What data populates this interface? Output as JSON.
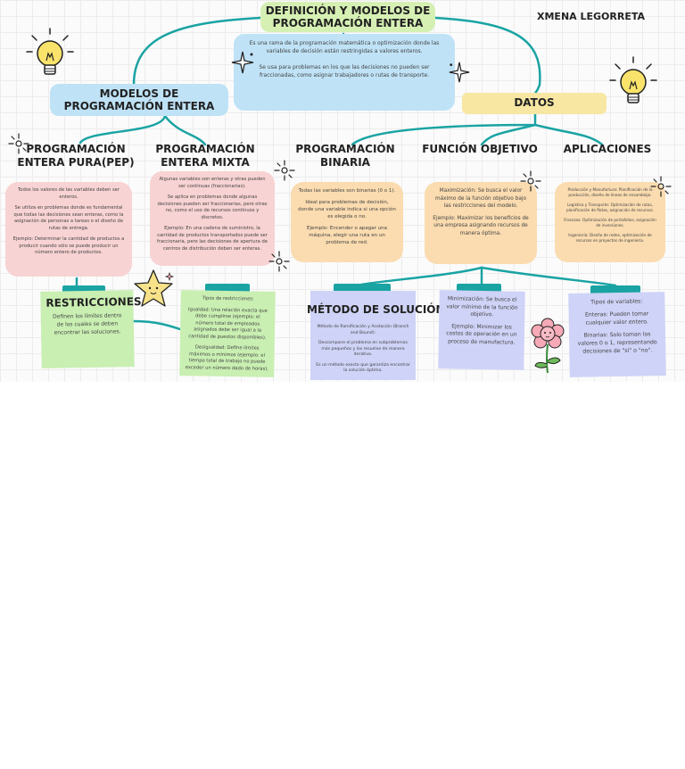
{
  "author": "XMENA LEGORRETA",
  "main_title": "DEFINICIÓN Y MODELOS DE PROGRAMACIÓN ENTERA",
  "definition": {
    "p1": "Es una rama de la programación matemática o optimización donde las variables de decisión están restringidas a valores enteros.",
    "p2": "Se usa para problemas en los que las decisiones no pueden ser fraccionadas, como asignar trabajadores o rutas de transporte."
  },
  "models_title": "MODELOS DE PROGRAMACIÓN ENTERA",
  "datos_title": "DATOS",
  "pep": {
    "title": "PROGRAMACIÓN ENTERA PURA(PEP)",
    "p1": "Todos los valores de las variables deben ser enteros.",
    "p2": "Se utiliza en problemas donde es fundamental que todas las decisiones sean enteras, como la asignación de personas a tareas o el diseño de rutas de entrega.",
    "p3": "Ejemplo: Determinar la cantidad de productos a producir cuando sólo se puede producir un número entero de productos."
  },
  "mixta": {
    "title": "PROGRAMACIÓN ENTERA MIXTA",
    "p1": "Algunas variables son enteras y otras pueden ser continuas (fraccionarias).",
    "p2": "Se aplica en problemas donde algunas decisiones pueden ser fraccionarias, pero otras no, como el uso de recursos continuos y discretos.",
    "p3": "Ejemplo: En una cadena de suministro, la cantidad de productos transportados puede ser fraccionaria, pero las decisiones de apertura de centros de distribución deben ser enteras."
  },
  "binaria": {
    "title": "PROGRAMACIÓN BINARIA",
    "p1": "Todas las variables son binarias (0 o 1).",
    "p2": "Ideal para problemas de decisión, donde una variable indica si una opción es elegida o no.",
    "p3": "Ejemplo: Encender o apagar una máquina, elegir una ruta en un problema de red."
  },
  "funcion": {
    "title": "FUNCIÓN OBJETIVO",
    "p1": "Maximización: Se busca el valor máximo de la función objetivo bajo las restricciones del modelo.",
    "p2": "Ejemplo: Maximizar los beneficios de una empresa asignando recursos de manera óptima."
  },
  "aplicaciones": {
    "title": "APLICACIONES",
    "p1": "Producción y Manufactura: Planificación de la producción, diseño de líneas de ensamblaje.",
    "p2": "Logística y Transporte: Optimización de rutas, planificación de flotas, asignación de recursos.",
    "p3": "Finanzas: Optimización de portafolios, asignación de inversiones.",
    "p4": "Ingeniería: Diseño de redes, optimización de recursos en proyectos de ingeniería."
  },
  "restricciones": {
    "title": "RESTRICCIONES",
    "text": "Definen los límites dentro de los cuales se deben encontrar las soluciones."
  },
  "tipos_restricciones": {
    "title": "Tipos de restricciones:",
    "p1": "Igualdad: Una relación exacta que debe cumplirse (ejemplo: el número total de empleados asignados debe ser igual a la cantidad de puestos disponibles).",
    "p2": "Desigualdad: Define límites máximos o mínimos (ejemplo: el tiempo total de trabajo no puede exceder un número dado de horas)."
  },
  "metodo": {
    "title": "MÉTODO DE SOLUCIÓN",
    "p1": "Método de Ramificación y Acotación (Branch and Bound):",
    "p2": "Descompone el problema en subproblemas más pequeños y los resuelve de manera iterativa.",
    "p3": "Es un método exacto que garantiza encontrar la solución óptima."
  },
  "minimizacion": {
    "p1": "Minimización: Se busca el valor mínimo de la función objetivo.",
    "p2": "Ejemplo: Minimizar los costos de operación en un proceso de manufactura."
  },
  "tipos_variables": {
    "title": "Tipos de variables:",
    "p1": "Enteras: Pueden tomar cualquier valor entero.",
    "p2": "Binarias: Solo toman los valores 0 o 1, representando decisiones de \"sí\" o \"no\"."
  },
  "colors": {
    "green": "#d6f0b4",
    "blue": "#bfe2f6",
    "yellow": "#f7e7a3",
    "pink": "#f8d3d3",
    "peach": "#fbdcb0",
    "lavender": "#cfd3f7",
    "teal": "#1aa3a3"
  },
  "icons": [
    "lightbulb-icon",
    "sparkle-icon",
    "star-face-icon",
    "flower-icon"
  ]
}
